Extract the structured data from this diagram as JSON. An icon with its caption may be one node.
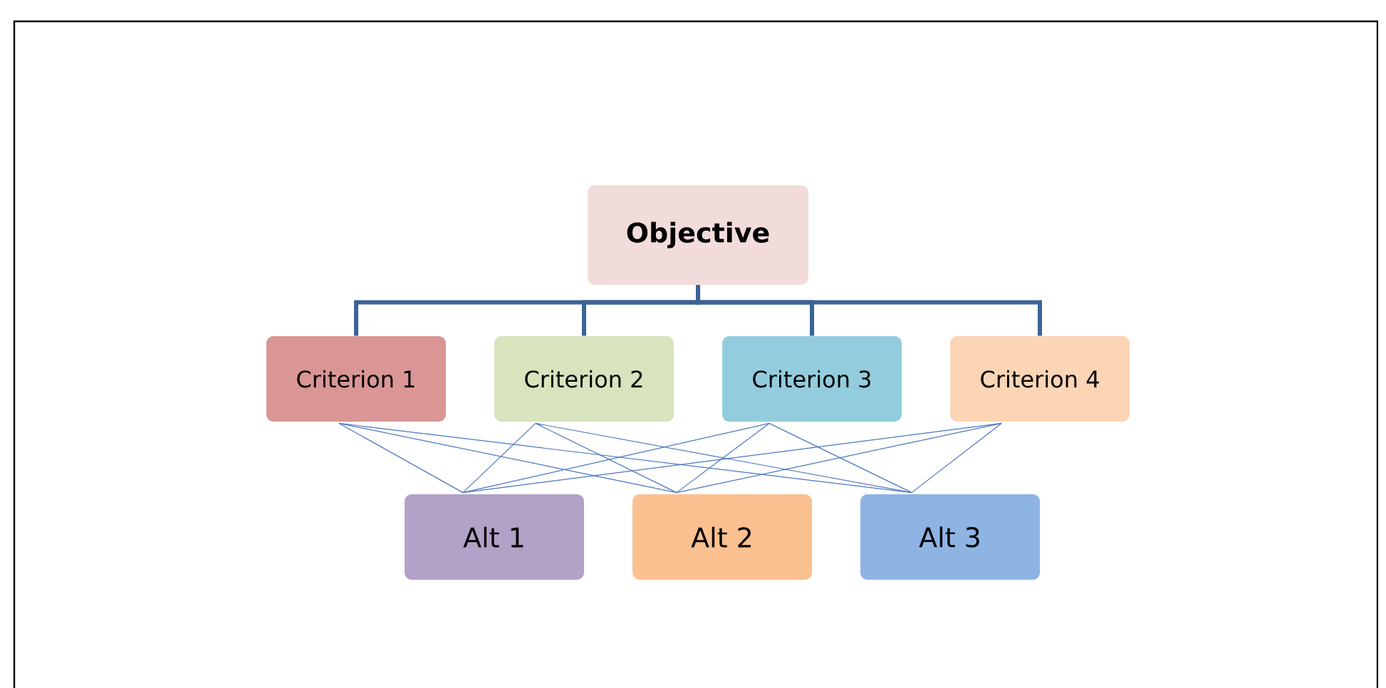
{
  "diagram": {
    "nodes": [
      {
        "text": [
          "Objective"
        ]
      },
      {
        "text": [
          "Criterion 1"
        ]
      },
      {
        "text": [
          "Criterion 2"
        ]
      },
      {
        "text": [
          "Criterion 3"
        ]
      },
      {
        "text": [
          "Criterion 4"
        ]
      },
      {
        "text": [
          "Alt 1"
        ]
      },
      {
        "text": [
          "Alt 2"
        ]
      },
      {
        "text": [
          "Alt 3"
        ]
      }
    ],
    "edges": [
      {
        "from": 0,
        "to": 1,
        "arrow": "none",
        "style": "thick",
        "color": "#3b6496"
      },
      {
        "from": 0,
        "to": 2,
        "arrow": "none",
        "style": "thick",
        "color": "#3b6496"
      },
      {
        "from": 0,
        "to": 3,
        "arrow": "none",
        "style": "thick",
        "color": "#3b6496"
      },
      {
        "from": 0,
        "to": 4,
        "arrow": "none",
        "style": "thick",
        "color": "#3b6496"
      },
      {
        "from": 1,
        "to": 5,
        "arrow": "none"
      },
      {
        "from": 1,
        "to": 6,
        "arrow": "none"
      },
      {
        "from": 1,
        "to": 7,
        "arrow": "none"
      },
      {
        "from": 2,
        "to": 5,
        "arrow": "none"
      },
      {
        "from": 2,
        "to": 6,
        "arrow": "none"
      },
      {
        "from": 2,
        "to": 7,
        "arrow": "none"
      },
      {
        "from": 3,
        "to": 5,
        "arrow": "none"
      },
      {
        "from": 3,
        "to": 6,
        "arrow": "none"
      },
      {
        "from": 3,
        "to": 7,
        "arrow": "none"
      },
      {
        "from": 4,
        "to": 5,
        "arrow": "none"
      },
      {
        "from": 4,
        "to": 6,
        "arrow": "none"
      },
      {
        "from": 4,
        "to": 7,
        "arrow": "none"
      }
    ]
  }
}
